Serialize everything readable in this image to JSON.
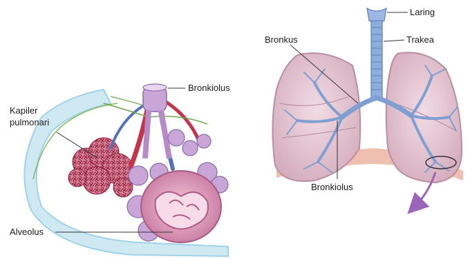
{
  "labels": {
    "laring": "Laring",
    "trakea": "Trakea",
    "bronkus": "Bronkus",
    "bronkiolus_right": "Bronkiolus",
    "bronkiolus_left": "Bronkiolus",
    "kapiler_line1": "Kapiler",
    "kapiler_line2": "pulmonari",
    "alveolus": "Alveolus"
  },
  "colors": {
    "lung_fill": "#e2c3cf",
    "lung_edge": "#b98ea3",
    "airway": "#7f9fd2",
    "vessel_red": "#c4344a",
    "vessel_blue": "#5571b8",
    "capillary_net": "#a0304a",
    "alveolus_fill": "#e58fb4",
    "pleura_line": "#9fd2e8",
    "arrow": "#9a64b8"
  }
}
